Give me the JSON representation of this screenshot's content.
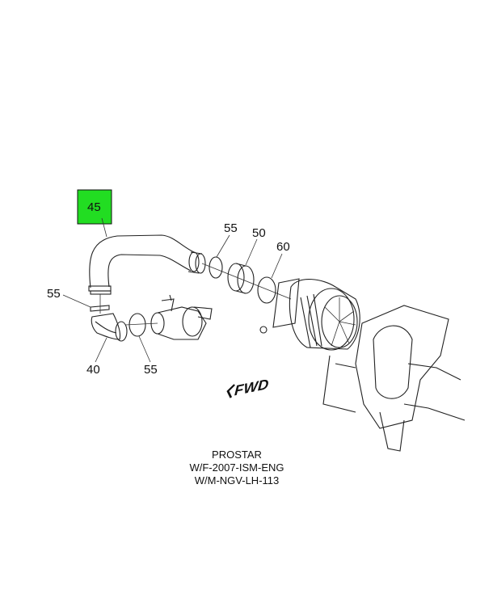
{
  "callouts": {
    "hose": "45",
    "clamp_upper": "55",
    "adapter": "50",
    "clamp_filter": "60",
    "clamp_left": "55",
    "elbow": "40",
    "clamp_lower": "55"
  },
  "highlight_color": "#22dd22",
  "direction_label": "FWD",
  "caption": {
    "line1": "PROSTAR",
    "line2": "W/F-2007-ISM-ENG",
    "line3": "W/M-NGV-LH-113"
  }
}
